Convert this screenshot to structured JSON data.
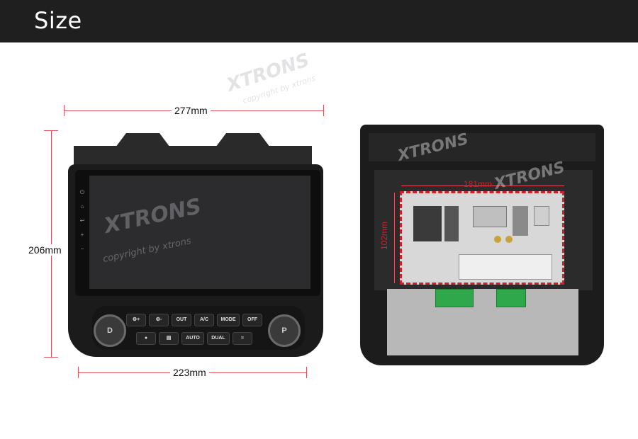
{
  "header": {
    "title": "Size"
  },
  "dimensions": {
    "width_top": "277mm",
    "height_left": "206mm",
    "width_bottom": "223mm",
    "rear_width": "181mm",
    "rear_height": "102mm"
  },
  "watermarks": {
    "brand": "XTRONS",
    "copyright": "copyright by xtrons"
  },
  "controls": {
    "left_knob": "D",
    "right_knob": "P",
    "top_row": [
      "⚙+",
      "⚙-",
      "OUT",
      "A/C",
      "MODE",
      "OFF"
    ],
    "bottom_row": [
      "●",
      "▤",
      "AUTO",
      "DUAL",
      "≈"
    ]
  },
  "accent_colors": {
    "header_bg": "#1f1f1f",
    "dimension_line": "#e0505a",
    "cutout_border": "#d0202a"
  }
}
